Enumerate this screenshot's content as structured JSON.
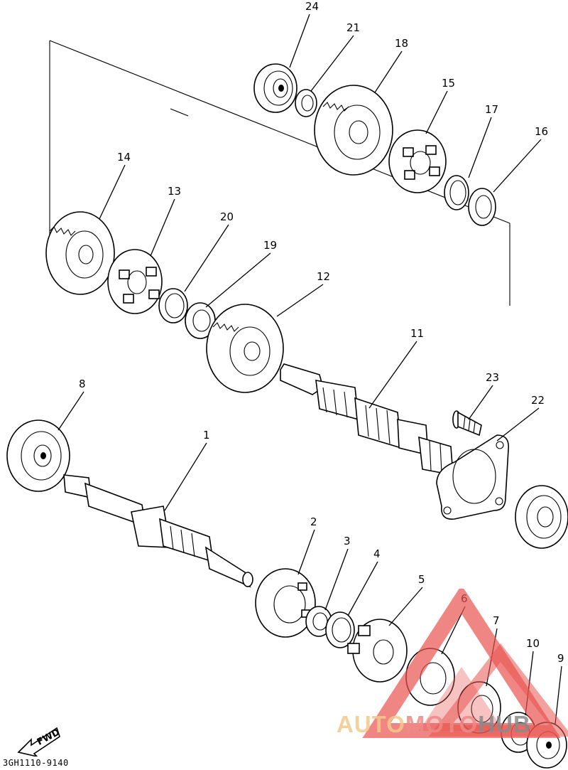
{
  "diagram": {
    "code": "3GH1110-9140",
    "direction_label": "FWD",
    "callouts": [
      "24",
      "21",
      "18",
      "15",
      "17",
      "16",
      "14",
      "13",
      "20",
      "19",
      "12",
      "11",
      "8",
      "1",
      "23",
      "22",
      "2",
      "3",
      "4",
      "5",
      "6",
      "7",
      "10",
      "9"
    ]
  },
  "watermark": {
    "auto": "AUTO",
    "moto": "MOTO",
    "hub": "HUB",
    "colors": {
      "red": "#e8534f",
      "orange": "#f0b860",
      "gray": "#888888"
    }
  }
}
